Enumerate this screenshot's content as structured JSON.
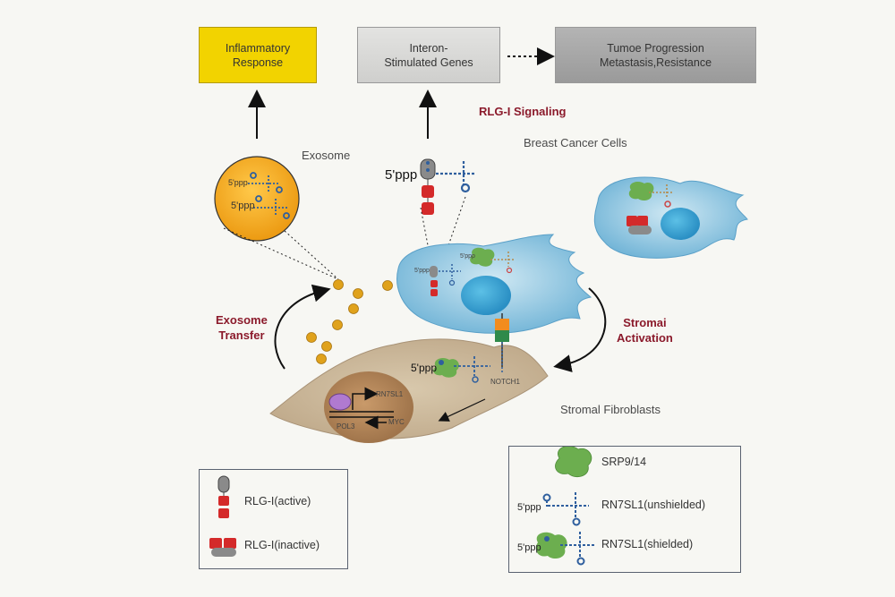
{
  "boxes": {
    "inflammatory": "Inflammatory\nResponse",
    "isg": "Interon-\nStimulated Genes",
    "tumor": "Tumoe Progression\nMetastasis,Resistance"
  },
  "labels": {
    "rlg_signaling": "RLG-I Signaling",
    "breast_cancer_cells": "Breast Cancer Cells",
    "exosome": "Exosome",
    "exosome_transfer": "Exosome\nTransfer",
    "stromal_activation": "Stromai\nActivation",
    "stromal_fibroblasts": "Stromal Fibroblasts",
    "five_ppp": "5'ppp",
    "notch1": "NOTCH1",
    "rn7sl1": "RN7SL1",
    "pol3": "POL3",
    "myc": "MYC"
  },
  "legend_left": [
    {
      "label": "RLG-I(active)"
    },
    {
      "label": "RLG-I(inactive)"
    }
  ],
  "legend_right": [
    {
      "label": "SRP9/14"
    },
    {
      "label": "RN7SL1(unshielded)"
    },
    {
      "label": "RN7SL1(shielded)"
    }
  ],
  "colors": {
    "inflammatory_fill": "#f2d300",
    "isg_fill": "#d9d9d9",
    "tumor_fill": "#a9a9a9",
    "cancer_cell": "#8fc6e0",
    "fibroblast": "#cbb89a",
    "nucleus_fibro": "#b48a5e",
    "exosome": "#f2a81e",
    "srp": "#6cae4f",
    "rlg_red": "#d42a2a",
    "rlg_gray": "#8a8a8a",
    "rna_blue": "#3a6fb0",
    "text_red": "#8b1a2b"
  }
}
